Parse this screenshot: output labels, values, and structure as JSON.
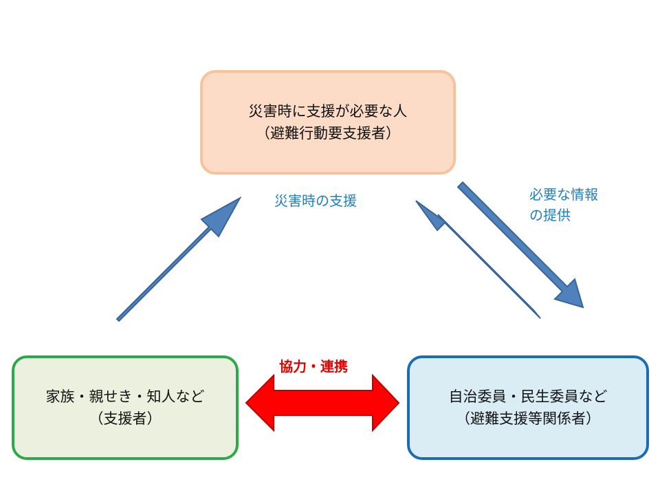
{
  "nodes": {
    "top": {
      "line1": "災害時に支援が必要な人",
      "line2": "（避難行動要支援者）"
    },
    "left": {
      "line1": "家族・親せき・知人など",
      "line2": "（支援者）"
    },
    "right": {
      "line1": "自治委員・民生委員など",
      "line2": "（避難支援等関係者）"
    }
  },
  "labels": {
    "support": "災害時の支援",
    "info_line1": "必要な情報",
    "info_line2": "の提供",
    "cooperation": "協力・連携"
  },
  "colors": {
    "arrow_blue": "#4f81bd",
    "arrow_blue_border": "#3a6596",
    "arrow_red": "#ff0000",
    "arrow_red_border": "#c00000"
  }
}
